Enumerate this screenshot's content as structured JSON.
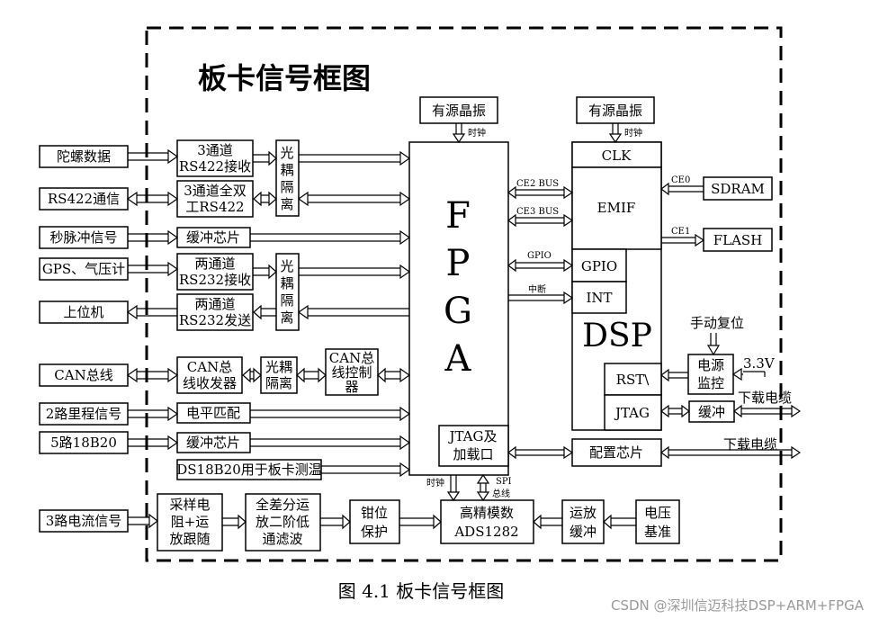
{
  "diagram": {
    "title": "板卡信号框图",
    "caption": "图 4.1  板卡信号框图",
    "watermark": "CSDN @深圳信迈科技DSP+ARM+FPGA",
    "inputs": [
      "陀螺数据",
      "RS422通信",
      "秒脉冲信号",
      "GPS、气压计",
      "上位机",
      "CAN总线",
      "2路里程信号",
      "5路18B20",
      "3路电流信号"
    ],
    "mid": {
      "rs422_rx": [
        "3通道",
        "RS422接收"
      ],
      "rs422_fd": [
        "3通道全双",
        "工RS422"
      ],
      "buffer1": "缓冲芯片",
      "rs232_rx": [
        "两通道",
        "RS232接收"
      ],
      "rs232_tx": [
        "两通道",
        "RS232发送"
      ],
      "opto1": [
        "光",
        "耦",
        "隔",
        "离"
      ],
      "opto2": [
        "光",
        "耦",
        "隔",
        "离"
      ],
      "can_tr": [
        "CAN总",
        "线收发器"
      ],
      "opto3": [
        "光耦",
        "隔离"
      ],
      "can_ctrl": [
        "CAN总",
        "线控制",
        "器"
      ],
      "level": "电平匹配",
      "buffer2": "缓冲芯片",
      "ds18b20": "DS18B20用于板卡测温",
      "sampling": [
        "采样电",
        "阻+运",
        "放跟随"
      ],
      "filter": [
        "全差分运",
        "放二阶低",
        "通滤波"
      ],
      "clamp": [
        "钳位",
        "保护"
      ],
      "adc": [
        "高精模数",
        "ADS1282"
      ],
      "opamp": [
        "运放",
        "缓冲"
      ],
      "vref": [
        "电压",
        "基准"
      ]
    },
    "fpga": {
      "letters": [
        "F",
        "P",
        "G",
        "A"
      ],
      "jtag": [
        "JTAG及",
        "加载口"
      ],
      "osc": "有源晶振",
      "clock": "时钟"
    },
    "dsp": {
      "name": "DSP",
      "clk": "CLK",
      "emif": "EMIF",
      "gpio": "GPIO",
      "int": "INT",
      "rst": "RST\\",
      "jtag": "JTAG",
      "osc": "有源晶振",
      "clock": "时钟"
    },
    "right": {
      "sdram": "SDRAM",
      "flash": "FLASH",
      "power": [
        "电源",
        "监控"
      ],
      "reset": "手动复位",
      "v33": "3.3V",
      "buffer": "缓冲",
      "download1": "下载电缆",
      "config": "配置芯片",
      "download2": "下载电缆"
    },
    "signals": {
      "ce2": "CE2 BUS",
      "ce3": "CE3 BUS",
      "gpio": "GPIO",
      "int": "中断",
      "ce0": "CE0",
      "ce1": "CE1",
      "clk_fpga_adc": "时钟",
      "spi": [
        "SPI",
        "总线"
      ]
    }
  }
}
